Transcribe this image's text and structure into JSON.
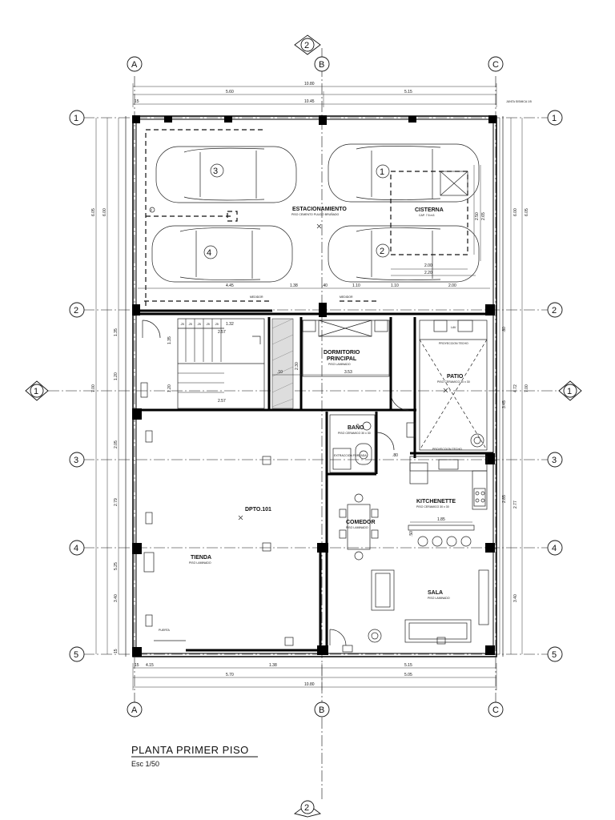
{
  "drawing": {
    "title": "PLANTA PRIMER PISO",
    "scale": "Esc 1/50"
  },
  "grid": {
    "cols": [
      "A",
      "B",
      "C"
    ],
    "rows": [
      "1",
      "2",
      "3",
      "4",
      "5"
    ],
    "sections": [
      "1",
      "2"
    ]
  },
  "rooms": {
    "parking": {
      "name": "ESTACIONAMIENTO",
      "finish": "PISO CEMENTO PULIDO BRUÑADO"
    },
    "cistern": {
      "name": "CISTERNA",
      "capacity": "CAP. 7.5 m3"
    },
    "bedroom": {
      "name_1": "DORMITORIO",
      "name_2": "PRINCIPAL",
      "finish": "PISO LAMINADO"
    },
    "patio": {
      "name": "PATIO",
      "finish": "PISO CERAMICO 30 x 30"
    },
    "bath": {
      "name": "BAÑO",
      "finish": "PISO CERAMICO 30 x 30"
    },
    "apartment": {
      "name": "DPTO.101"
    },
    "kitchenette": {
      "name": "KITCHENETTE",
      "finish": "PISO CERAMICO 30 x 30"
    },
    "dining": {
      "name": "COMEDOR",
      "finish": "PISO LAMINADO"
    },
    "store": {
      "name": "TIENDA",
      "finish": "PISO LAMINADO"
    },
    "living": {
      "name": "SALA",
      "finish": "PISO LAMINADO"
    }
  },
  "cars": [
    "3",
    "1",
    "4",
    "2"
  ],
  "labels": {
    "lav": "LAV",
    "proyeccion": "PROYECCION TECHO",
    "extraccion": "EXTRACCION FORZADA",
    "puerta": "PUERTA",
    "medidor": "MEDIDOR",
    "junta": "JUNTA SISMICA 1/5",
    "p": "P"
  },
  "dims": {
    "top_total": "10.80",
    "top_a": "5.60",
    "top_b": "5.15",
    "top_inner": "10.45",
    "top_edge": "15",
    "bottom_total": "10.80",
    "bottom_a": "5.70",
    "bottom_b": "5.05",
    "bottom_c": "4.15",
    "bottom_d": "1.38",
    "bottom_e": "5.15",
    "bottom_edge": "15",
    "left_1": "6.05",
    "left_2": "6.00",
    "left_3": "7.00",
    "left_4": "1.35",
    "left_5": "1.20",
    "left_6": "2.05",
    "left_7": "2.79",
    "left_8": "5.25",
    "left_9": "3.40",
    "left_10": "15",
    "right_1": "6.05",
    "right_2": "6.00",
    "right_3": "7.00",
    "right_4": "4.72",
    "right_5": "3.45",
    "right_6": "2.77",
    "right_7": "2.85",
    "right_8": "3.40",
    "right_9": ".80",
    "park_a": "4.45",
    "park_b": "1.38",
    "park_c": ".40",
    "park_d": "1.10",
    "park_e": "1.10",
    "park_f": "2.00",
    "cist_w1": "2.00",
    "cist_w2": "2.20",
    "cist_h1": "2.50",
    "cist_h2": "2.65",
    "bed_w": "3.53",
    "bed_h": "2.30",
    "bed_b": ".10",
    "stairs_w": "2.57",
    "stairs_h1": "1.35",
    "stairs_h2": "1.20",
    "stairs_l": "1.32",
    "kit_w": "1.85",
    "kit_h": ".50",
    "bath_w": ".80"
  },
  "stair_steps": [
    ".25",
    ".25",
    ".25",
    ".25",
    ".25"
  ]
}
